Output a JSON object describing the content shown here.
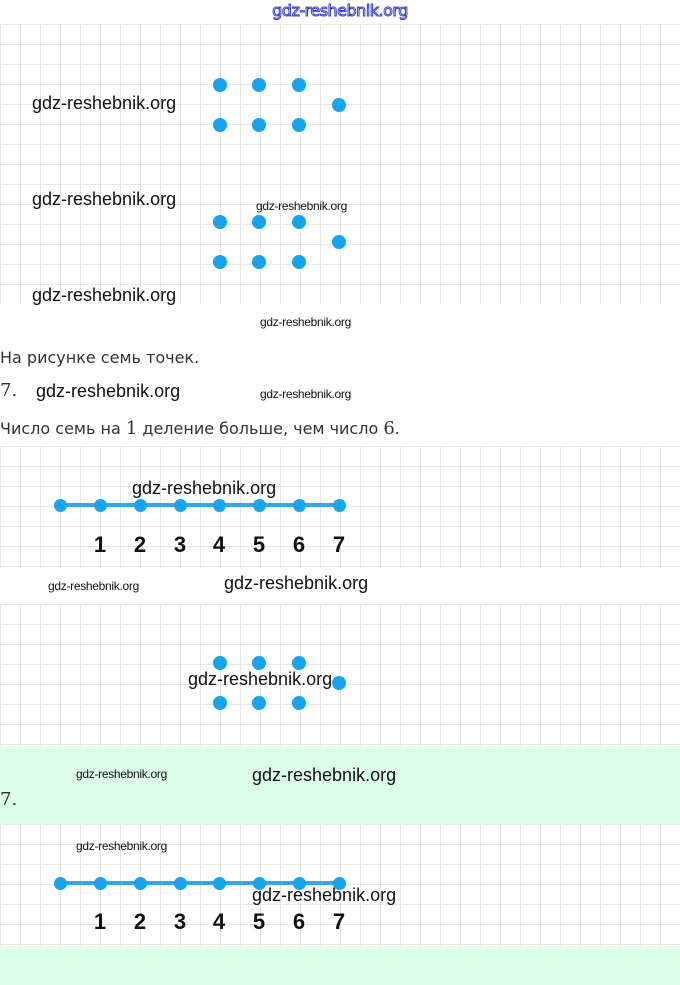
{
  "watermark": {
    "top": "gdz-reshebnik.org",
    "text": "gdz-reshebnik.org"
  },
  "section1": {
    "caption": "На рисунке семь точек.",
    "answer_number": "7.",
    "explanation_prefix": "Число семь на ",
    "explanation_num1": "1",
    "explanation_mid": " деление больше, чем число ",
    "explanation_num2": "6",
    "explanation_suffix": "."
  },
  "number_line": {
    "labels": [
      "1",
      "2",
      "3",
      "4",
      "5",
      "6",
      "7"
    ],
    "point_count": 8
  },
  "section2": {
    "answer_number": "7."
  },
  "dot_groups": {
    "top_row": 3,
    "extra": 1,
    "bottom_row": 3,
    "total": 7
  },
  "colors": {
    "dot": "#16a4ef",
    "green_panel": "#dcfde8",
    "watermark_top": "#3a3fd0"
  }
}
